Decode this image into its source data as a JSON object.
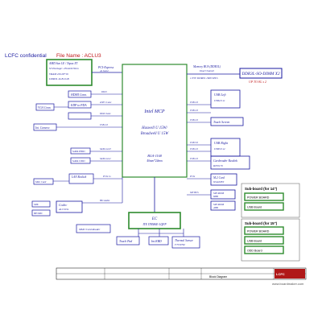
{
  "header": {
    "confidential": "LCFC confidential",
    "file_name": "File Name : ACLU3"
  },
  "gpu": {
    "title": "AMD Sun LE / Topaz XT",
    "line2": "S3 Package: 23mmX23mm",
    "line3": "VRAM 2X128*16",
    "line4": "DDR3L 4GB 2GB"
  },
  "pcie_gpu": {
    "label": "PCI-Express",
    "sub": "4x Gen2"
  },
  "cpu": {
    "line1": "Intel MCP",
    "line2": "Haswell U 15W/",
    "line3": "Broadwell U 15W",
    "line4": "BGA-1168",
    "line5": "40mm*24mm"
  },
  "memory_bus": {
    "label": "Memory BUS (DDR3L)",
    "sub": "Dual Channel",
    "volt": "1.35V DDR3L 1600 MT/s"
  },
  "dimm": {
    "title": "DDR3L-SO-DIMM X2",
    "sub": "UP TO 8G x 2"
  },
  "left_boxes": {
    "hdmi": "HDMI Conn.",
    "edp": "EDP to PDA",
    "vga": "VGA Conn.",
    "camera": "Int. Camera",
    "hdd": "SATA HDD",
    "odd": "SATA ODD",
    "lan": "LAN Realtek",
    "wlan": "Mini Card",
    "codec": "Codec",
    "codec_sub": "ALC3234",
    "card": "MMC/Card Reader",
    "speaker": "SPK",
    "mic": "HP/MIC"
  },
  "left_links": {
    "hdmi": "DDI1",
    "edp": "eDP 1 Lane",
    "vga": "DDI2 Lane",
    "camera": "USB 2.0",
    "sata1": "SATA Gen3",
    "sata2": "SATA Gen1",
    "pcie": "PCIe 1x",
    "hda": "HD Audio"
  },
  "right_boxes": {
    "usb_left": "USB Left",
    "usb_left_sub": "USB2.0 x1",
    "touch": "Touch Screen",
    "usb_right": "USB Right",
    "usb_right_sub": "USB3.0 x2",
    "card_reader": "Cardreader Realtek",
    "card_reader_sub": "RTS5170",
    "bt": "M.2 Card",
    "bt_sub": "WLAN/BT",
    "spi1": "SPI ROM",
    "spi1_sub": "8MB",
    "spi2": "SPI ROM",
    "spi2_sub": "4MB"
  },
  "right_links": {
    "usb20a": "USB 2.0",
    "usb20b": "USB 2.0",
    "usb20c": "USB 2.0",
    "usb30": "USB 3.0",
    "usb20d": "USB 2.0",
    "usb20e": "USB 2.0",
    "pcie2": "PCIe",
    "spi": "SPI BUS"
  },
  "ec": {
    "line1": "EC",
    "line2": "ITE IT8586E-LQFP"
  },
  "ec_children": {
    "touchpad": "Touch Pad",
    "kbd": "Int.KBD",
    "thermal": "Thermal Sensor",
    "thermal_sub": "F75397M"
  },
  "subboards": {
    "title14": "Sub-board (for 14\")",
    "items14": [
      "POWER BOARD",
      "USB Board"
    ],
    "title15": "Sub-board (for 15\")",
    "items15": [
      "POWER BOARD",
      "USB Board",
      "ODD Board"
    ]
  },
  "titleblock": {
    "title": "Block Diagram",
    "company": "LCFC",
    "watermark": "www.boardmaker.com"
  },
  "colors": {
    "ink": "#1a1aa0",
    "green": "#2e8b2e",
    "red": "#c0181a",
    "pink": "#d9386a",
    "box": "#1a1aa0"
  }
}
